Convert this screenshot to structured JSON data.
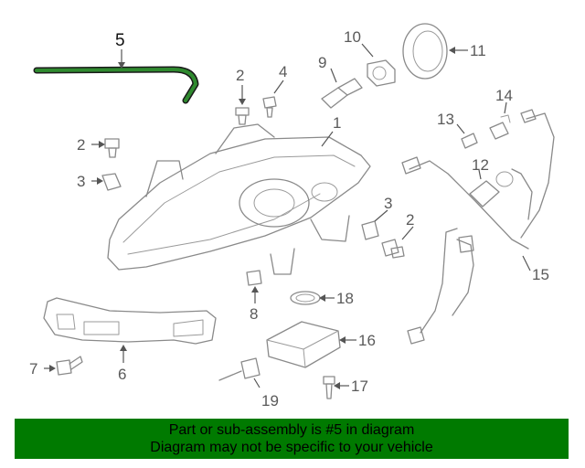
{
  "diagram": {
    "highlighted_part": "5",
    "part_numbers": [
      "1",
      "2",
      "3",
      "4",
      "5",
      "6",
      "7",
      "8",
      "9",
      "10",
      "11",
      "12",
      "13",
      "14",
      "15",
      "16",
      "17",
      "18",
      "19"
    ],
    "labels": {
      "p1": "1",
      "p2a": "2",
      "p2b": "2",
      "p2c": "2",
      "p3a": "3",
      "p3b": "3",
      "p4": "4",
      "p5": "5",
      "p6": "6",
      "p7": "7",
      "p8": "8",
      "p9": "9",
      "p10": "10",
      "p11": "11",
      "p12": "12",
      "p13": "13",
      "p14": "14",
      "p15": "15",
      "p16": "16",
      "p17": "17",
      "p18": "18",
      "p19": "19"
    }
  },
  "banner": {
    "line1": "Part or sub-assembly is #5 in diagram",
    "line2": "Diagram may not be specific to your vehicle",
    "background": "#007a00"
  },
  "colors": {
    "highlight_part": "#1f6b1f",
    "line_art": "#8a8a8a"
  }
}
